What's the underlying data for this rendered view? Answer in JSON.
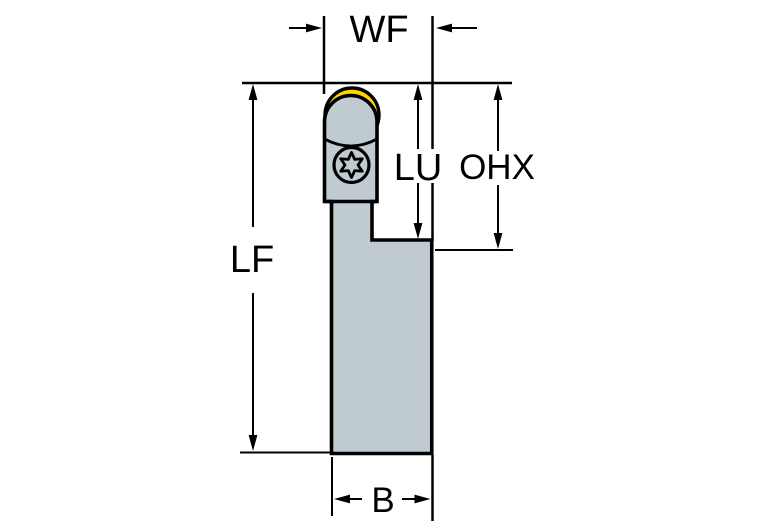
{
  "drawing": {
    "labels": {
      "wf": "WF",
      "lu": "LU",
      "ohx": "OHX",
      "lf": "LF",
      "b": "B"
    },
    "colors": {
      "insert": "#FFD500",
      "body": "#BFCAD1",
      "outline": "#000000",
      "background": "#FFFFFF"
    }
  }
}
